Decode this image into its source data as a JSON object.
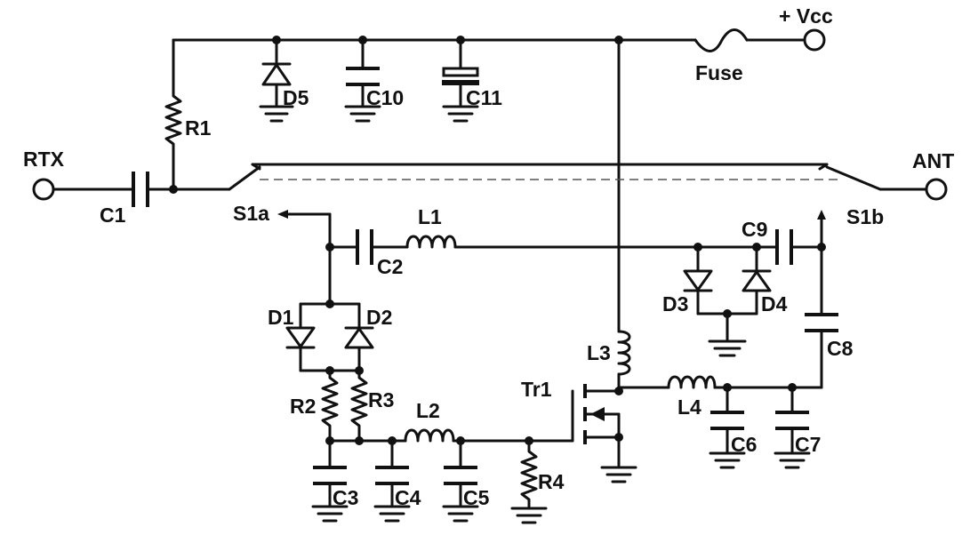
{
  "labels": {
    "vcc": "+ Vcc",
    "fuse": "Fuse",
    "rtx": "RTX",
    "ant": "ANT",
    "c1": "C1",
    "r1": "R1",
    "d5": "D5",
    "c10": "C10",
    "c11": "C11",
    "s1a": "S1a",
    "s1b": "S1b",
    "l1": "L1",
    "c2": "C2",
    "c9": "C9",
    "d1": "D1",
    "d2": "D2",
    "d3": "D3",
    "d4": "D4",
    "r2": "R2",
    "r3": "R3",
    "l2": "L2",
    "l3": "L3",
    "l4": "L4",
    "tr1": "Tr1",
    "c3": "C3",
    "c4": "C4",
    "c5": "C5",
    "c6": "C6",
    "c7": "C7",
    "c8": "C8",
    "r4": "R4"
  }
}
